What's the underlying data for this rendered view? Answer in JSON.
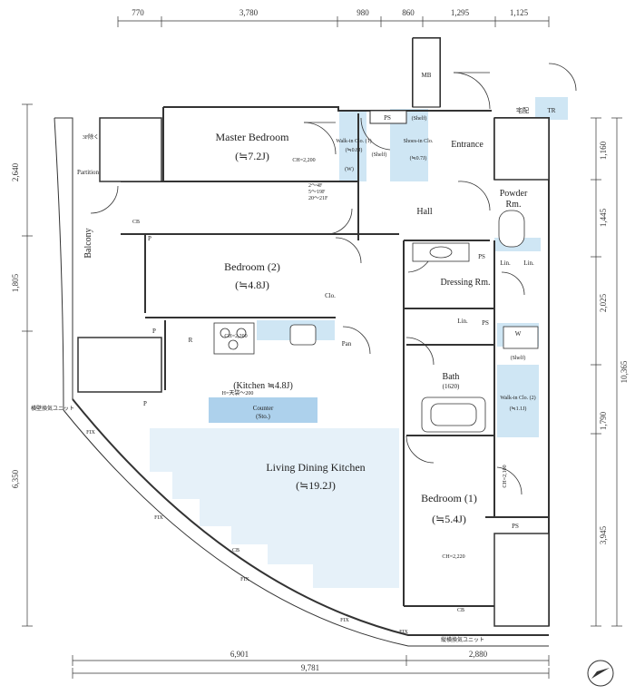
{
  "colors": {
    "wall": "#333333",
    "water_area": "#cfe6f4",
    "living_area": "#e6f1f9",
    "accent": "#4a9ad4"
  },
  "dimensions": {
    "top": [
      "770",
      "3,780",
      "980",
      "860",
      "1,295",
      "1,125"
    ],
    "left": [
      "2,640",
      "1,805",
      "6,350"
    ],
    "right": [
      "1,160",
      "1,445",
      "2,025",
      "1,790",
      "3,945"
    ],
    "right_total": "10,365",
    "bottom": [
      "6,901",
      "2,880"
    ],
    "bottom_total": "9,781"
  },
  "rooms": {
    "master_bedroom": {
      "name": "Master Bedroom",
      "area": "(≒7.2J)"
    },
    "bedroom2": {
      "name": "Bedroom (2)",
      "area": "(≒4.8J)"
    },
    "bedroom1": {
      "name": "Bedroom (1)",
      "area": "(≒5.4J)"
    },
    "ldk": {
      "name": "Living Dining Kitchen",
      "area": "(≒19.2J)"
    },
    "kitchen": "(Kitchen ≒4.8J)",
    "hall": "Hall",
    "entrance": "Entrance",
    "powder": "Powder",
    "powder_rm": "Rm.",
    "dressing": "Dressing Rm.",
    "bath": "Bath",
    "bath_size": "(1620)",
    "balcony": "Balcony",
    "wic1": {
      "name": "Walk-in Clo. (1)",
      "area": "(≒0.8J)"
    },
    "wic2": {
      "name": "Walk-in Clo. (2)",
      "area": "(≒1.1J)"
    },
    "shoes": {
      "name": "Shoes-in Clo.",
      "area": "(≒0.7J)"
    }
  },
  "labels": {
    "ps": "PS",
    "mb": "MB",
    "tr": "TR",
    "delivery": "宅配",
    "partition": "Partition",
    "cb": "CB",
    "p": "P",
    "r": "R",
    "clo": "Clo.",
    "pan": "Pan",
    "lin": "Lin.",
    "w": "W",
    "shelf": "(Shelf)",
    "w_paren": "(W)",
    "shelf_label": "(Shelf)",
    "counter": "Counter",
    "counter_sub": "(Sto.)",
    "fix": "FIX",
    "ch_2200": "CH=2,200",
    "ch_2220": "CH=2,220",
    "ch_2100": "CH=2,100",
    "note_upper": "2～4F",
    "note_mid": "5～19F",
    "note_lower": "20～21F",
    "floor_3f": "3F除く",
    "ac_unit": "横壁換気ユニット",
    "ac_unit2": "縦横換気ユニット",
    "h_note": "H=天袋～200"
  }
}
